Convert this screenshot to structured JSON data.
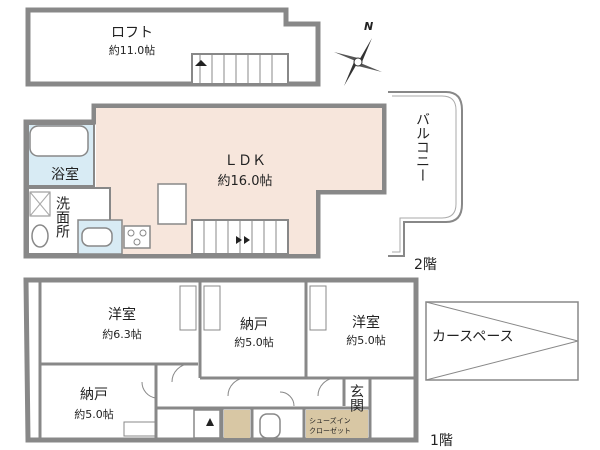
{
  "floor2_label": "2階",
  "floor1_label": "1階",
  "compass_label": "N",
  "rooms": {
    "loft": {
      "name": "ロフト",
      "size": "約11.0帖"
    },
    "ldk": {
      "name": "ＬＤＫ",
      "size": "約16.0帖"
    },
    "bath": {
      "name": "浴室"
    },
    "washroom": {
      "name": "洗面所"
    },
    "balcony": {
      "name": "バルコニー"
    },
    "western1": {
      "name": "洋室",
      "size": "約6.3帖"
    },
    "storage1": {
      "name": "納戸",
      "size": "約5.0帖"
    },
    "western2": {
      "name": "洋室",
      "size": "約5.0帖"
    },
    "storage2": {
      "name": "納戸",
      "size": "約5.0帖"
    },
    "entrance": {
      "name": "玄関"
    },
    "shoe_closet": {
      "line1": "シューズイン",
      "line2": "クローゼット"
    }
  },
  "car_space": "カースペース",
  "colors": {
    "wall": "#888888",
    "ldk_floor": "#f7e6dc",
    "bath_floor": "#d8ebf4",
    "wood_floor": "#d8c7a4"
  }
}
